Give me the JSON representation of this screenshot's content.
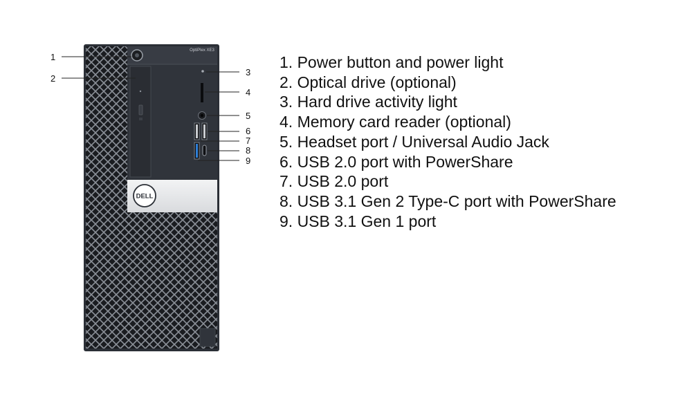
{
  "product_label": "OptiPlex XE3",
  "logo_text": "DELL",
  "callouts": [
    "1",
    "2",
    "3",
    "4",
    "5",
    "6",
    "7",
    "8",
    "9"
  ],
  "legend": [
    "1. Power button and power light",
    "2. Optical drive (optional)",
    "3. Hard drive activity light",
    "4. Memory card reader (optional)",
    "5. Headset port / Universal Audio Jack",
    "6. USB 2.0 port with PowerShare",
    "7. USB 2.0 port",
    "8. USB 3.1 Gen 2 Type-C port with PowerShare",
    "9. USB 3.1 Gen 1 port"
  ],
  "colors": {
    "chassis": "#2b2f36",
    "mesh_dark": "#1a1c20",
    "mesh_light": "#8a8f97",
    "badge_panel": "#e6e7e9",
    "usb3_blue": "#2f7fd6"
  }
}
